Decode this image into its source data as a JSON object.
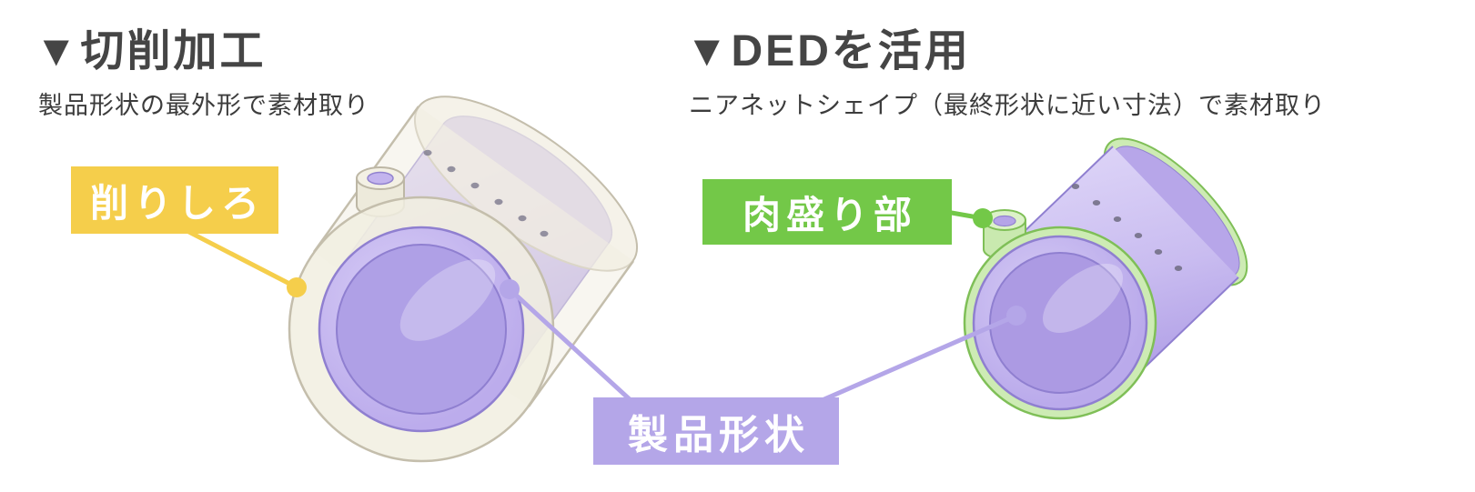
{
  "colors": {
    "accent-yellow": "#F5CE4B",
    "accent-green": "#73C848",
    "accent-purple": "#B4A6E8",
    "title-text": "#454545",
    "subtitle-text": "#3C3C3C",
    "callout-text": "#FFFFFF",
    "part-purple": "#C9BCF0",
    "stock-cream": "#F1EEE1",
    "clad-green": "#CDEBB4"
  },
  "left": {
    "title": "▼切削加工",
    "subtitle": "製品形状の最外形で素材取り",
    "callout": "削りしろ"
  },
  "right": {
    "title": "▼DEDを活用",
    "subtitle": "ニアネットシェイプ（最終形状に近い寸法）で素材取り",
    "callout": "肉盛り部"
  },
  "shared": {
    "callout": "製品形状"
  }
}
